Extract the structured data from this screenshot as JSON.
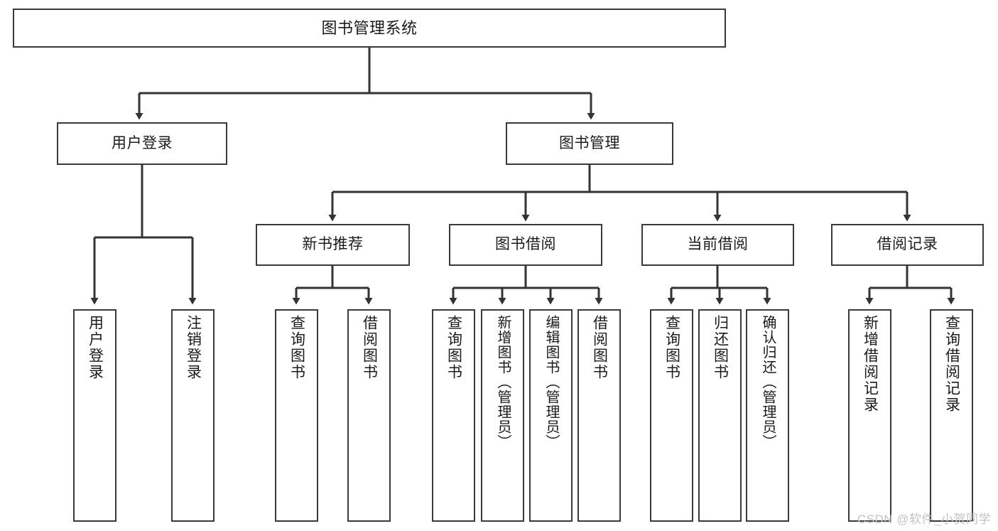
{
  "diagram": {
    "title": "图书管理系统",
    "type": "tree-hierarchy",
    "colors": {
      "node_border": "#3a3a3a",
      "node_fill": "#ffffff",
      "edge": "#333333",
      "text": "#1b1b1b",
      "watermark": "#c2c2c2"
    }
  },
  "nodes": {
    "root": {
      "label": "图书管理系统"
    },
    "level2": [
      {
        "label": "用户登录"
      },
      {
        "label": "图书管理"
      }
    ],
    "level3": [
      {
        "label": "新书推荐"
      },
      {
        "label": "图书借阅"
      },
      {
        "label": "当前借阅"
      },
      {
        "label": "借阅记录"
      }
    ],
    "leaves": {
      "user_login": [
        {
          "label": "用户登录"
        },
        {
          "label": "注销登录"
        }
      ],
      "new_book_recommend": [
        {
          "label": "查询图书"
        },
        {
          "label": "借阅图书"
        }
      ],
      "book_borrow": [
        {
          "label": "查询图书"
        },
        {
          "label": "新增图书（管理员）"
        },
        {
          "label": "编辑图书（管理员）"
        },
        {
          "label": "借阅图书"
        }
      ],
      "current_borrow": [
        {
          "label": "查询图书"
        },
        {
          "label": "归还图书"
        },
        {
          "label": "确认归还（管理员）"
        }
      ],
      "borrow_record": [
        {
          "label": "新增借阅记录"
        },
        {
          "label": "查询借阅记录"
        }
      ]
    }
  },
  "watermark": {
    "text": "CSDN @软件_小贺同学"
  }
}
